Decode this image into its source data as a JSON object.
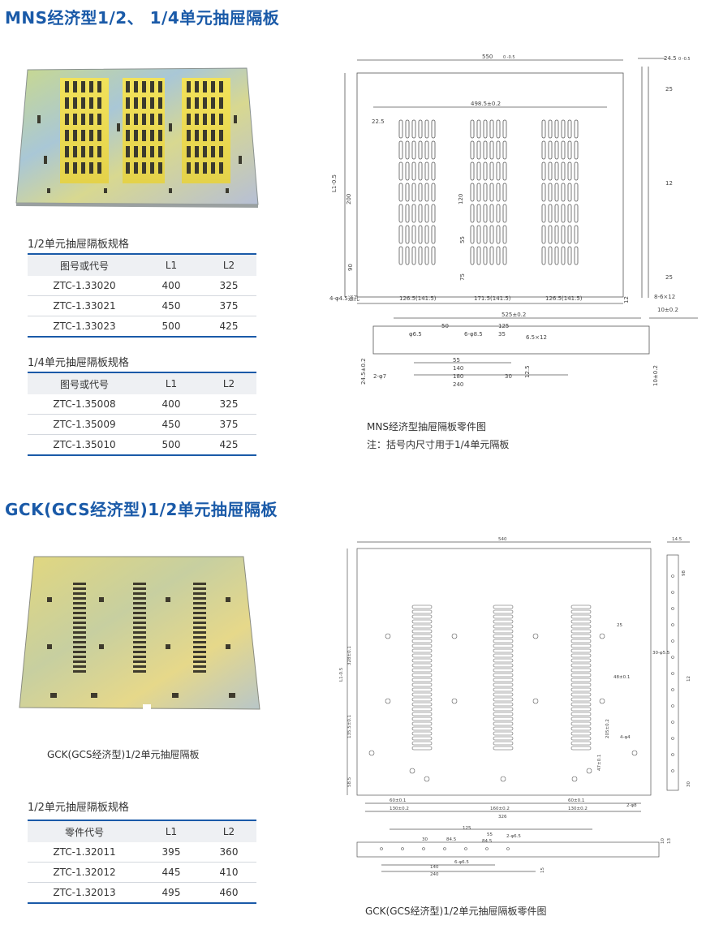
{
  "section1": {
    "title": "MNS经济型1/2、 1/4单元抽屉隔板",
    "table_half": {
      "title": "1/2单元抽屉隔板规格",
      "headers": [
        "图号或代号",
        "L1",
        "L2"
      ],
      "rows": [
        [
          "ZTC-1.33020",
          "400",
          "325"
        ],
        [
          "ZTC-1.33021",
          "450",
          "375"
        ],
        [
          "ZTC-1.33023",
          "500",
          "425"
        ]
      ]
    },
    "table_quarter": {
      "title": "1/4单元抽屉隔板规格",
      "headers": [
        "图号或代号",
        "L1",
        "L2"
      ],
      "rows": [
        [
          "ZTC-1.35008",
          "400",
          "325"
        ],
        [
          "ZTC-1.35009",
          "450",
          "375"
        ],
        [
          "ZTC-1.35010",
          "500",
          "425"
        ]
      ]
    },
    "drawing": {
      "caption": "MNS经济型抽屉隔板零件图",
      "note": "注：括号内尺寸用于1/4单元隔板",
      "dims": {
        "width": "550",
        "width_tol": "0 -0.5",
        "inner": "498.5±0.2",
        "side": "24.5",
        "side_tol": "0 -0.5",
        "d1": "22.5",
        "d2": "12",
        "d3": "L1-0.5",
        "d4": "200",
        "d5": "120",
        "d6": "55",
        "d7": "90",
        "d8": "75",
        "b1": "126.5(141.5)",
        "b2": "171.5(141.5)",
        "b3": "126.5(141.5)",
        "hole": "4-φ4.5通孔",
        "r25a": "25",
        "r25b": "25",
        "r12": "12",
        "slot": "8-6×12",
        "tol10": "10±0.2",
        "strip_len": "525±0.2",
        "s50": "50",
        "s125": "125",
        "s35": "35",
        "s55": "55",
        "s140": "140",
        "s180": "180",
        "s240": "240",
        "s30": "30",
        "s125b": "12.5",
        "sh1": "φ6.5",
        "sh2": "6-φ8.5",
        "sh3": "6.5×12",
        "sh4": "2-φ7",
        "sh5": "24.5±0.2",
        "sh6": "10±0.2"
      }
    }
  },
  "section2": {
    "title": "GCK(GCS经济型)1/2单元抽屉隔板",
    "photo_caption": "GCK(GCS经济型)1/2单元抽屉隔板",
    "table_half": {
      "title": "1/2单元抽屉隔板规格",
      "headers": [
        "零件代号",
        "L1",
        "L2"
      ],
      "rows": [
        [
          "ZTC-1.32011",
          "395",
          "360"
        ],
        [
          "ZTC-1.32012",
          "445",
          "410"
        ],
        [
          "ZTC-1.32013",
          "495",
          "460"
        ]
      ]
    },
    "drawing": {
      "caption": "GCK(GCS经济型)1/2单元抽屉隔板零件图",
      "dims": {
        "width": "540",
        "tw": "14.5",
        "l1": "L1-0.5",
        "w1": "328±0.1",
        "w2": "135.5±0.1",
        "w3": "58.5",
        "b1": "60±0.1",
        "b2": "130±0.2",
        "b3": "160±0.2",
        "b4": "60±0.1",
        "b5": "130±0.2",
        "b6": "326",
        "s1": "25",
        "s2": "48±0.1",
        "s3": "4-φ4",
        "s4": "47±0.1",
        "s5": "205±0.2",
        "s6": "2-φ8",
        "s7": "30-φ5.5",
        "s8": "12",
        "s9": "98",
        "s10": "30",
        "st1": "125",
        "st2": "55",
        "st3": "30",
        "st4": "84.5",
        "st5": "84.5",
        "st6": "6-φ6.5",
        "st7": "2-φ6.5",
        "st8": "140",
        "st9": "240",
        "st10": "10",
        "st11": "13",
        "st12": "15"
      }
    }
  }
}
